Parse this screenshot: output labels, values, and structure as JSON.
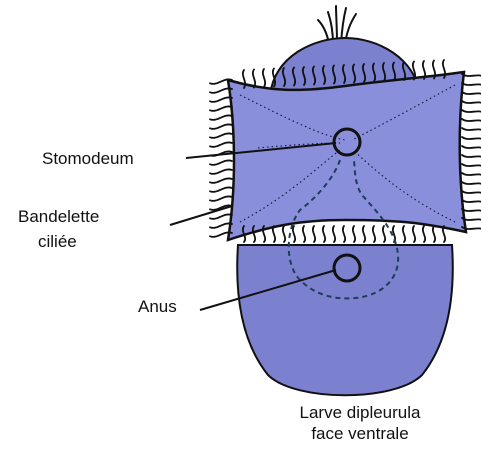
{
  "labels": {
    "stomodeum": "Stomodeum",
    "bandelette_line1": "Bandelette",
    "bandelette_line2": "ciliée",
    "anus": "Anus"
  },
  "caption": {
    "line1": "Larve dipleurula",
    "line2": "face ventrale"
  },
  "colors": {
    "body_fill": "#7b80cf",
    "band_fill": "#8a8fdb",
    "outline": "#111111",
    "dashed": "#1f3c57",
    "background": "#ffffff"
  }
}
